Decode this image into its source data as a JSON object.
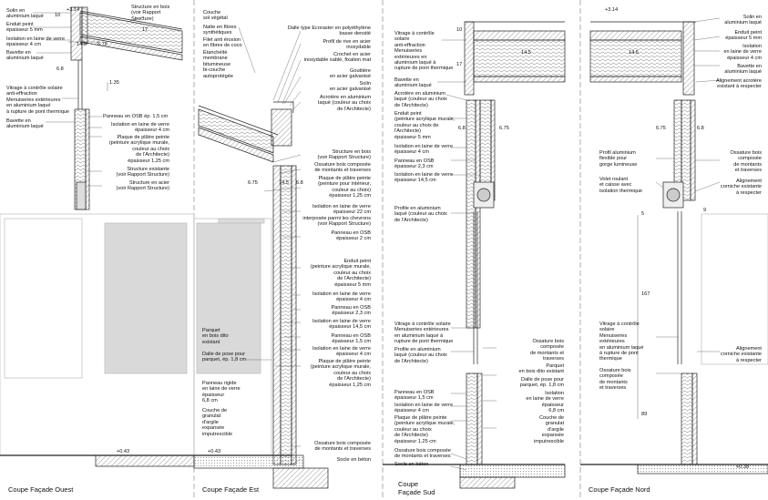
{
  "titles": {
    "ouest": "Coupe Façade Ouest",
    "est": "Coupe Façade Est",
    "sud": "Coupe\nFaçade Sud",
    "nord": "Coupe Façade Nord"
  },
  "ouest": {
    "solin": "Solin en\naluminium laqué",
    "enduit": "Enduit peint\népaisseur 5 mm",
    "isolation_top": "Isolation en laine de verre\népaisseur 4 cm",
    "bavette_top": "Bavette en\naluminium laqué",
    "structure_bois": "Structure en bois\n(voir Rapport\nStructure)",
    "vitrage": "Vitrage à contrôle solaire\nanti-effraction\nMenuiseries extérieures\nen aluminium laqué\nà rupture de pont thermique",
    "bavette_low": "Bavette en\naluminium laqué",
    "panneau_osb": "Panneau en OSB ép. 1,5 cm",
    "isolation_laine": "Isolation en laine de verre\népaisseur 4 cm",
    "platre": "Plaque de plâtre peinte\n(peinture acrylique murale,\ncouleur au choix\nde l'Architecte)\népaisseur 1,25 cm",
    "structure_existante": "Structure existante\n(voir Rapport Structure)",
    "structure_acier": "Structure en acier\n(voir Rapport Structure)",
    "dim_145": "14.5",
    "dim_675": "6.75",
    "dim_68": "6.8",
    "dim_10": "10",
    "dim_17": "17",
    "dim_135": "1.35",
    "level_top": "+3.14",
    "level_bottom": "+0.43"
  },
  "est": {
    "couche_vegetal": "Couche\nsol végétal",
    "natte": "Natte en fibres\nsynthétiques",
    "filet": "Filet anti érosion\nen fibres de coco",
    "etancheite": "Étanchéité\nmembrane\nbitumineuse\nbi-couche\nautoprotégée",
    "dalle_ecoraster": "Dalle type Ecoraster en polyéthylène\nbasse densité",
    "profil_rive": "Profil de rive en acier\ninoxydable",
    "crochet": "Crochet en acier\ninoxydable sablé, fixation mat",
    "gouttiere": "Gouttière\nen acier galvanisé",
    "solin": "Solin\nen acier galvanisé",
    "acrotere": "Acrotère en aluminium\nlaqué (couleur au choix\nde l'Architecte)",
    "structure_bois": "Structure en bois\n(voir Rapport Structure)",
    "ossature": "Ossature bois composée\nde montants et traverses",
    "platre_top": "Plaque de plâtre peinte\n(peinture pour intérieur,\ncouleur au choix)\népaisseur 1,25 cm",
    "isolation_22": "Isolation en laine de verre\népaisseur 22 cm\ninterposée parmi les chevrons\n(voir Rapport Structure)",
    "osb_2": "Panneau en OSB\népaisseur 2 cm",
    "enduit": "Enduit peint\n(peinture acrylique murale,\ncouleur au choix\nde l'Architecte)\népaisseur 5 mm",
    "isolation_4a": "Isolation en laine de verre\népaisseur 4 cm",
    "osb_23": "Panneau en OSB\népaisseur 2,3 cm",
    "isolation_145": "Isolation en laine de verre\népaisseur 14,5 cm",
    "osb_15": "Panneau en OSB\népaisseur 1,5 cm",
    "isolation_4b": "Isolation en laine de verre\népaisseur 4 cm",
    "platre_bottom": "Plaque de plâtre peinte\n(peinture acrylique murale,\ncouleur au choix\nde l'Architecte)\népaisseur 1,25 cm",
    "parquet": "Parquet\nen bois dito\nexistant",
    "dalle_pose": "Dalle de pose pour\nparquet, ép. 1,8 cm",
    "panneau_rigide": "Panneau rigide\nen laine de verre\népaisseur\n6,8 cm",
    "granulat": "Couche de\ngranulat\nd'argile\nexpansée\nimputrescible",
    "ossature_bottom": "Ossature bois composée\nde montants et traverses",
    "socle": "Socle en béton",
    "dim_675": "6.75",
    "dim_145": "14.5",
    "dim_68": "6.8",
    "level_bottom": "+0.43"
  },
  "sud": {
    "vitrage_top": "Vitrage à contrôle\nsolaire\nanti-effraction\nMenuiseries\nextérieures en\naluminium laqué à\nrupture de pont thermique",
    "bavette": "Bavette en\naluminium laqué",
    "acrotere": "Acrotère en aluminium\nlaqué (couleur au choix\nde l'Architecte)",
    "enduit": "Enduit peint\n(peinture acrylique murale,\ncouleur au choix de\nl'Architecte)\népaisseur 5 mm",
    "isolation_4": "Isolation en laine de verre\népaisseur 4 cm",
    "osb_23": "Panneau en OSB\népaisseur 2,3 cm",
    "isolation_145": "Isolation en laine de verre\népaisseur 14,5 cm",
    "profile_alu": "Profile en aluminium\nlaqué (couleur au choix\nde l'Architecte)",
    "vitrage_bottom": "Vitrage à contrôle solaire\nMenuiseries extérieures\nen aluminium laqué à\nrupture de pont thermique",
    "profile_alu_2": "Profile en aluminium\nlaqué (couleur au choix\nde l'Architecte)",
    "ossature": "Ossature bois\ncomposée\nde montants et\ntraverses",
    "parquet": "Parquet\nen bois dito existant",
    "dalle_pose": "Dalle de pose pour\nparquet, ép. 1,8 cm",
    "isolation_68": "Isolation\nen laine de verre\népaisseur\n6,8 cm",
    "granulat": "Couche de\ngranulat\nd'argile\nexpansée\nimputrescible",
    "osb_15": "Panneau en OSB\népaisseur 1,5 cm",
    "isolation_4b": "Isolation en laine de verre\népaisseur 4 cm",
    "platre": "Plaque de plâtre peinte\n(peinture acrylique murale,\ncouleur au choix\nde l'Architecte)\népaisseur 1,25 cm",
    "ossature_bottom": "Ossature bois composée\nde montants et traverses",
    "socle": "Socle en béton",
    "dim_145": "14.5",
    "dim_675": "6.75",
    "dim_68": "6.8",
    "dim_10": "10",
    "dim_17": "17"
  },
  "nord": {
    "solin": "Solin en\naluminium laqué",
    "enduit": "Enduit peint\népaisseur 5 mm",
    "isolation_top": "Isolation\nen laine de verre\népaisseur 4 cm",
    "bavette": "Bavette en\naluminium laqué",
    "alignement_acrotere": "Alignement acrotère\nexistant à respecter",
    "profil_alu": "Profil aluminium\nflexible pour\ngorge lumineuse",
    "volet": "Volet roulant\net caisse avec\nisolation thermique",
    "ossature_top": "Ossature bois\ncomposée\nde montants\net traverses",
    "alignement_corniche_1": "Alignement\ncorniche existante\nà respecter",
    "vitrage": "Vitrage à contrôle\nsolaire\nMenuiseries\nextérieures\nen aluminium laqué\nà rupture de pont\nthermique",
    "ossature_mid": "Ossature bois\ncomposée\nde montants\net traverses",
    "alignement_corniche_2": "Alignement\ncorniche existante\nà respecter",
    "dim_145": "14.5",
    "dim_675": "6.75",
    "dim_68": "6.8",
    "dim_5": "5",
    "dim_167": "167",
    "dim_89": "89",
    "dim_9": "9",
    "level_top": "+3.14",
    "level_bottom": "+0.38"
  }
}
